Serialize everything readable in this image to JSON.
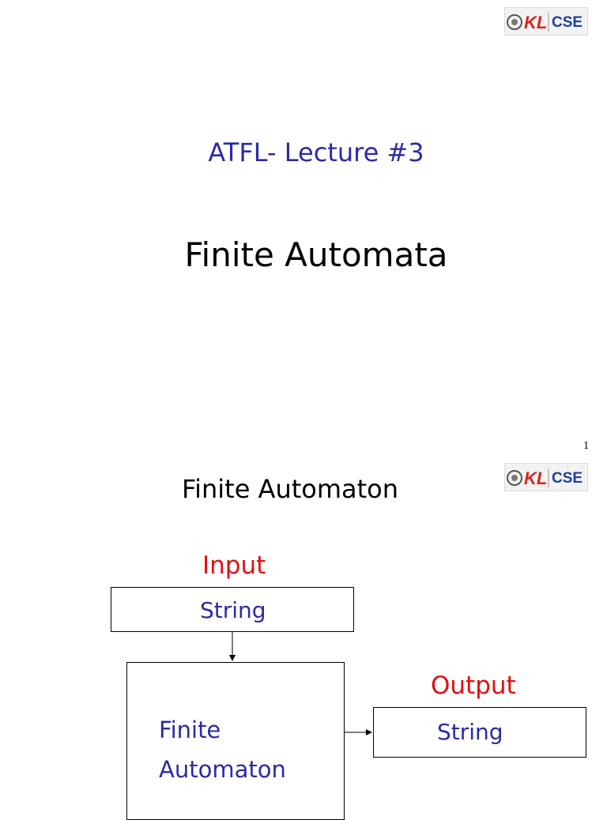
{
  "slide_1": {
    "logo": {
      "icon": "kl-university-crest-icon",
      "brand_text": "KL",
      "dept_text": "CSE",
      "colors": {
        "kl_red": "#d7261e",
        "cse_blue": "#1f3f9b"
      }
    },
    "subtitle": "ATFL- Lecture #3",
    "title": "Finite Automata",
    "page_number": "1"
  },
  "slide_2": {
    "logo": {
      "icon": "kl-university-crest-icon",
      "brand_text": "KL",
      "dept_text": "CSE"
    },
    "title": "Finite Automaton",
    "diagram": {
      "input_label": "Input",
      "input_box_text": "String",
      "automaton_line_1": "Finite",
      "automaton_line_2": "Automaton",
      "output_label": "Output",
      "output_box_text": "String"
    }
  },
  "colors": {
    "blue_text": "#2b2ba6",
    "red_text": "#e01010",
    "black_text": "#000000"
  }
}
